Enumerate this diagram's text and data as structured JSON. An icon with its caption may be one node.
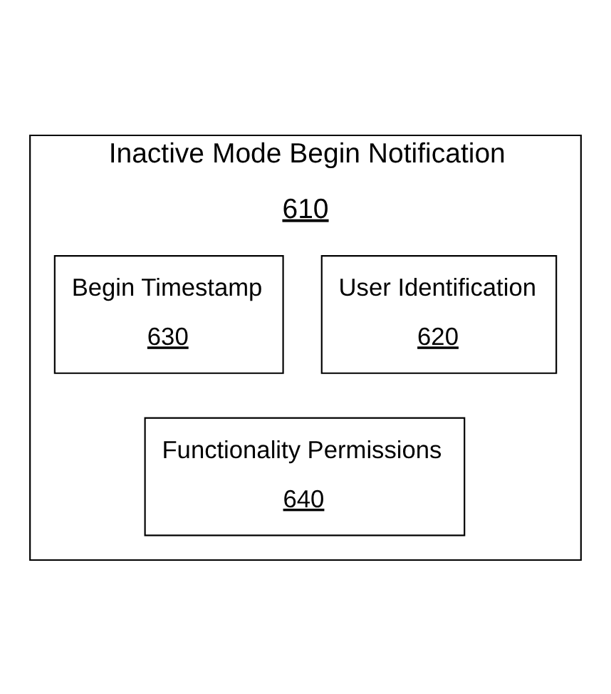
{
  "diagram": {
    "nodes": [
      {
        "text": [
          "Inactive Mode Begin Notification",
          "610"
        ]
      },
      {
        "text": [
          "User Identification",
          "620"
        ],
        "in": 0
      },
      {
        "text": [
          "Begin Timestamp",
          "630"
        ],
        "in": 0
      },
      {
        "text": [
          "Functionality Permissions",
          "640"
        ],
        "in": 0
      }
    ],
    "edges": []
  }
}
